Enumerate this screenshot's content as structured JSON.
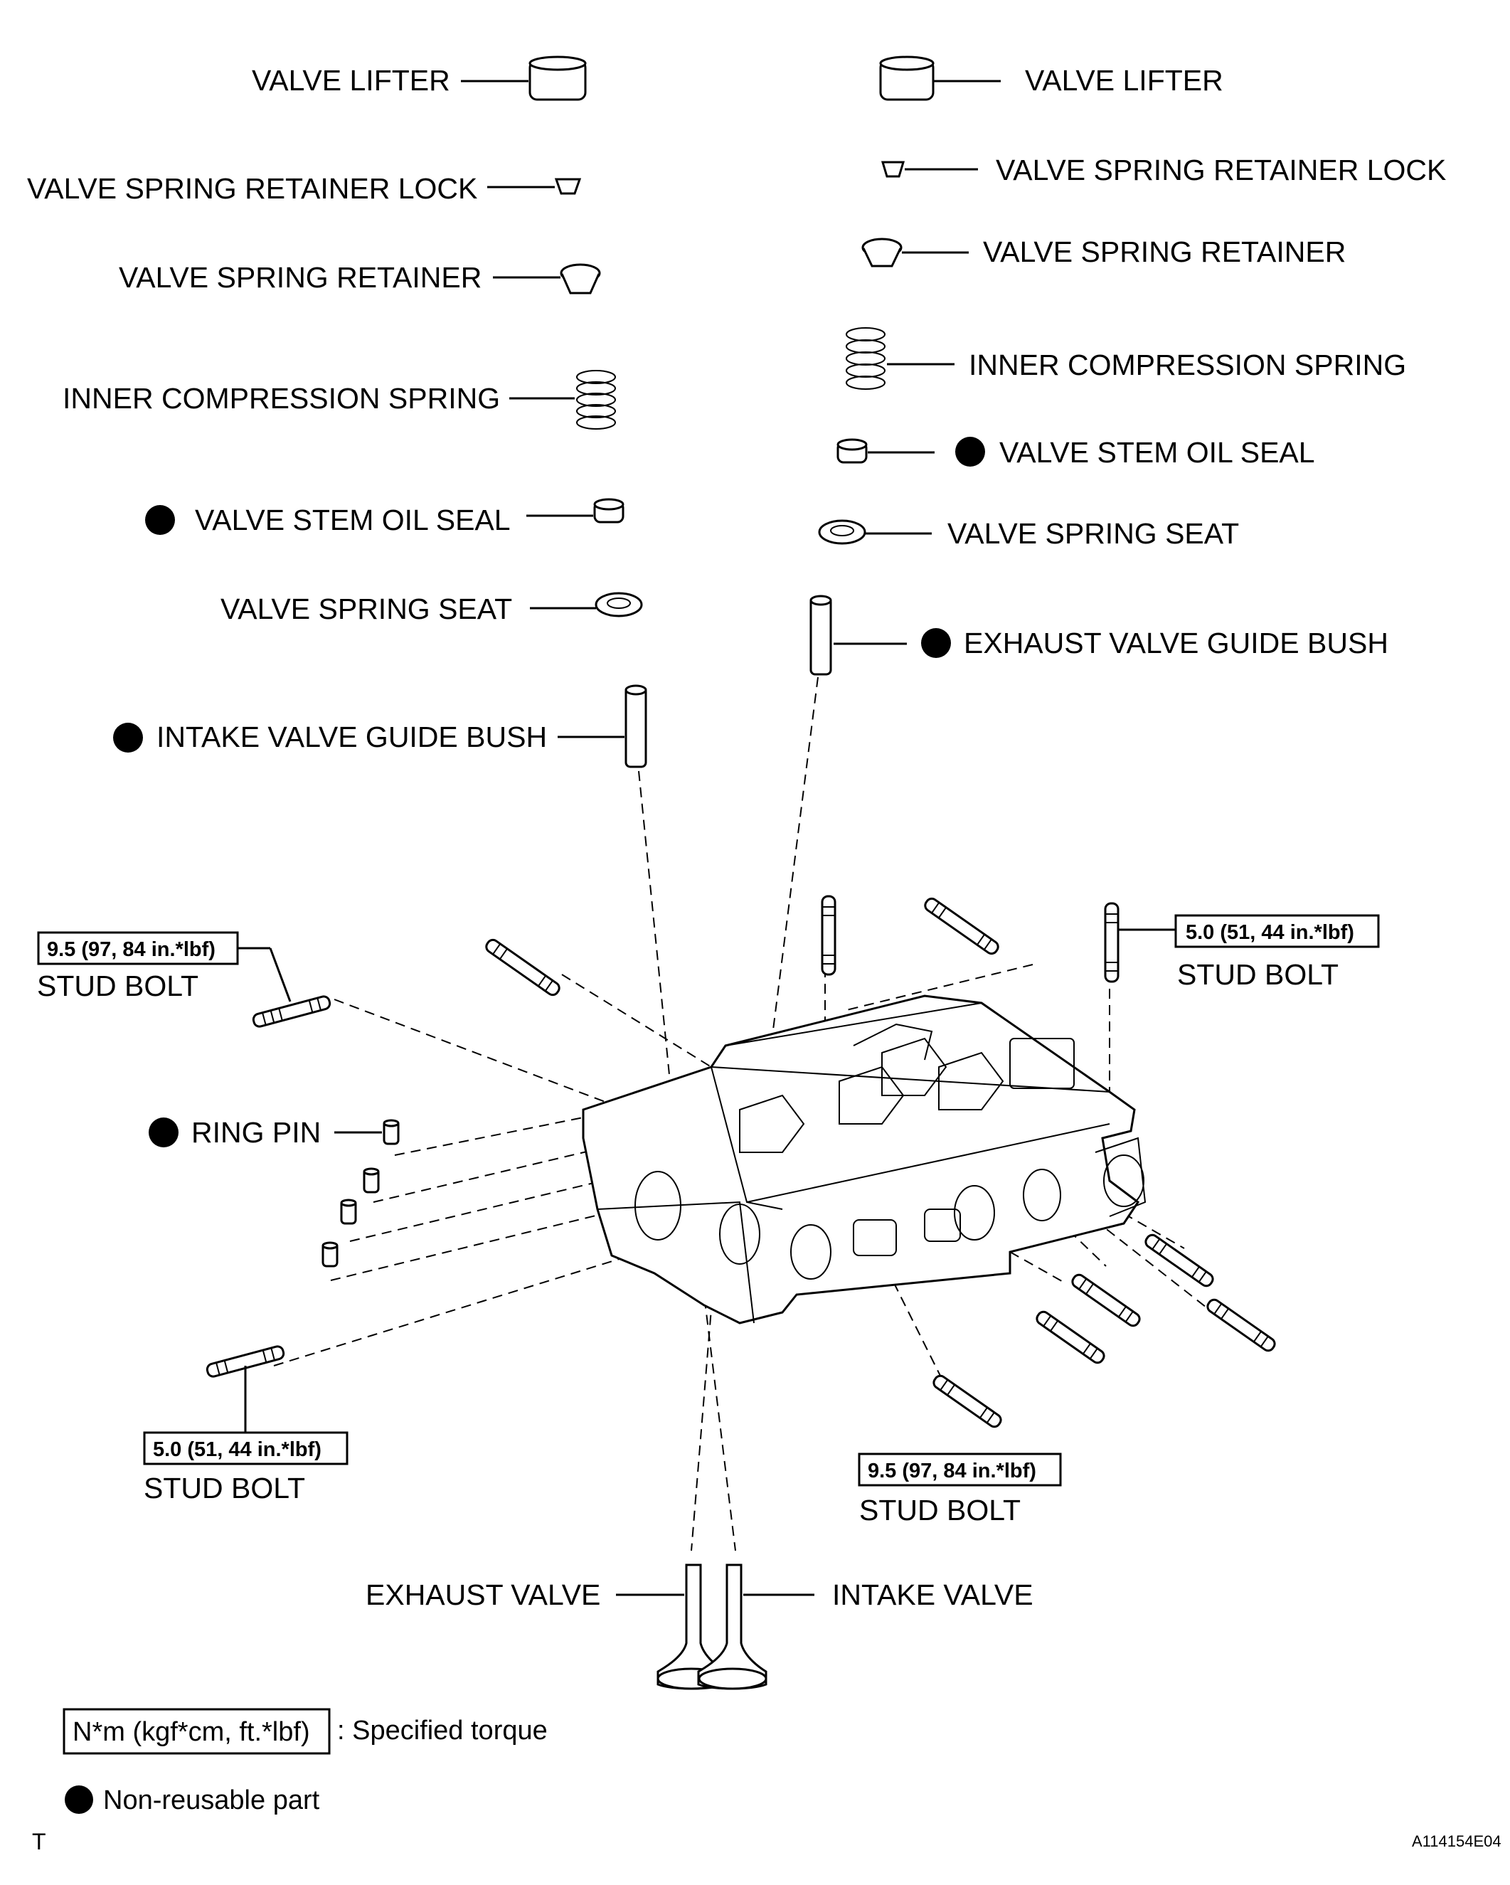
{
  "labels": {
    "valve_lifter": "VALVE LIFTER",
    "valve_spring_retainer_lock": "VALVE SPRING RETAINER LOCK",
    "valve_spring_retainer": "VALVE SPRING RETAINER",
    "inner_compression_spring": "INNER COMPRESSION SPRING",
    "valve_stem_oil_seal": "VALVE STEM OIL SEAL",
    "valve_spring_seat": "VALVE SPRING SEAT",
    "intake_valve_guide_bush": "INTAKE VALVE GUIDE BUSH",
    "exhaust_valve_guide_bush": "EXHAUST VALVE GUIDE BUSH",
    "stud_bolt": "STUD BOLT",
    "ring_pin": "RING PIN",
    "exhaust_valve": "EXHAUST VALVE",
    "intake_valve": "INTAKE VALVE"
  },
  "torques": {
    "t_9_5": "9.5 (97, 84 in.*lbf)",
    "t_5_0": "5.0 (51, 44 in.*lbf)"
  },
  "legend": {
    "torque_box": "N*m (kgf*cm, ft.*lbf)",
    "torque_text": ": Specified torque",
    "nonreusable_text": "Non-reusable part"
  },
  "footer": {
    "left_mark": "T",
    "figure_code": "A114154E04"
  }
}
